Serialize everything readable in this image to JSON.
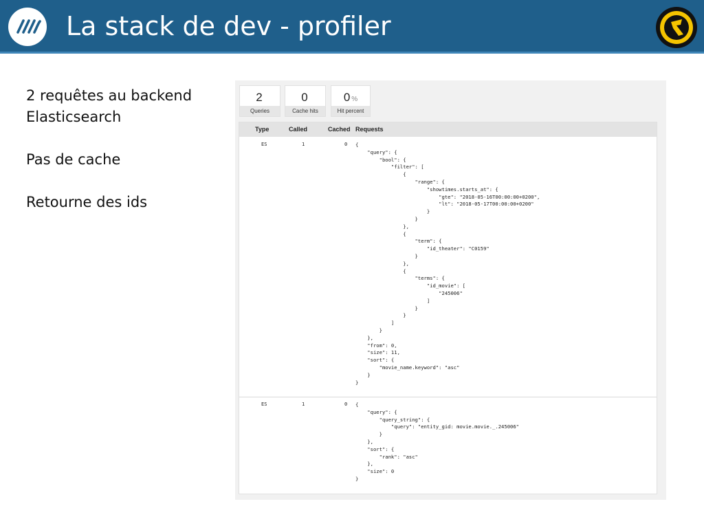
{
  "slide": {
    "title": "La stack de dev - profiler"
  },
  "notes": {
    "line1": "2 requêtes au backend",
    "line2": "Elasticsearch",
    "line3": "Pas de cache",
    "line4": "Retourne des ids"
  },
  "stats": [
    {
      "value": "2",
      "unit": "",
      "label": "Queries"
    },
    {
      "value": "0",
      "unit": "",
      "label": "Cache hits"
    },
    {
      "value": "0",
      "unit": "%",
      "label": "Hit percent"
    }
  ],
  "table": {
    "headers": [
      "Type",
      "Called",
      "Cached",
      "Requests"
    ],
    "rows": [
      {
        "type": "ES",
        "called": "1",
        "cached": "0",
        "request": "{\n    \"query\": {\n        \"bool\": {\n            \"filter\": [\n                {\n                    \"range\": {\n                        \"showtimes.starts_at\": {\n                            \"gte\": \"2018-05-16T00:00:00+0200\",\n                            \"lt\": \"2018-05-17T00:00:00+0200\"\n                        }\n                    }\n                },\n                {\n                    \"term\": {\n                        \"id_theater\": \"C0159\"\n                    }\n                },\n                {\n                    \"terms\": {\n                        \"id_movie\": [\n                            \"245006\"\n                        ]\n                    }\n                }\n            ]\n        }\n    },\n    \"from\": 0,\n    \"size\": 11,\n    \"sort\": {\n        \"movie_name.keyword\": \"asc\"\n    }\n}"
      },
      {
        "type": "ES",
        "called": "1",
        "cached": "0",
        "request": "{\n    \"query\": {\n        \"query_string\": {\n            \"query\": \"entity_gid: movie.movie._.245006\"\n        }\n    },\n    \"sort\": {\n        \"rank\": \"asc\"\n    },\n    \"size\": 0\n}"
      }
    ]
  },
  "colors": {
    "header_bg": "#1f5f8b",
    "header_accent": "#3f86b8",
    "panel_bg": "#f1f1f1"
  },
  "icons": {
    "left_logo": "stripes-logo-icon",
    "right_logo": "badge-logo-icon"
  }
}
